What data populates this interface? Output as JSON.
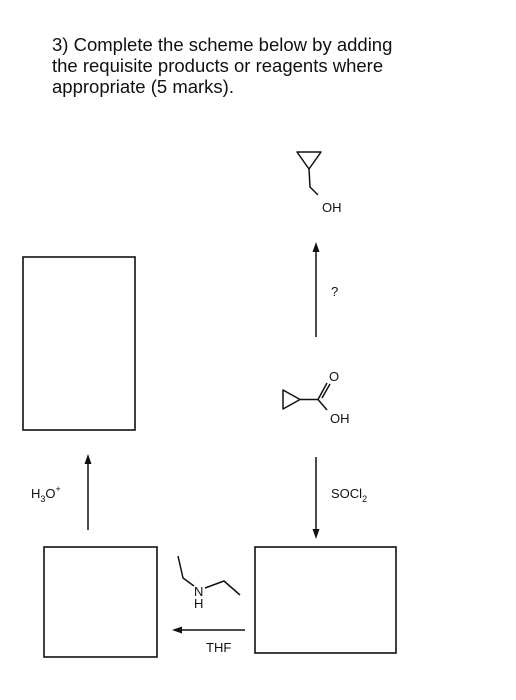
{
  "question": {
    "lines": [
      "3) Complete the scheme below by adding",
      "the requisite products or reagents where",
      "appropriate (5 marks)."
    ]
  },
  "molecules": {
    "cyclopropylmethanol": {
      "oh_label": "OH"
    },
    "cyclopropanecarboxylic_acid": {
      "o_label": "O",
      "oh_label": "OH"
    },
    "diethylamine": {
      "n_label": "N",
      "h_label": "H"
    }
  },
  "reagents": {
    "unknown_reduction": "?",
    "acid_chloride_reagent": "SOCl",
    "acid_chloride_reagent_subscript": "2",
    "hydrolysis": "H",
    "hydrolysis_subscript": "3",
    "hydrolysis_tail": "O",
    "hydrolysis_superscript": "+",
    "solvent": "THF"
  },
  "answer_boxes": [
    "product-box-top-left",
    "product-box-bottom-left",
    "product-box-bottom-right"
  ]
}
